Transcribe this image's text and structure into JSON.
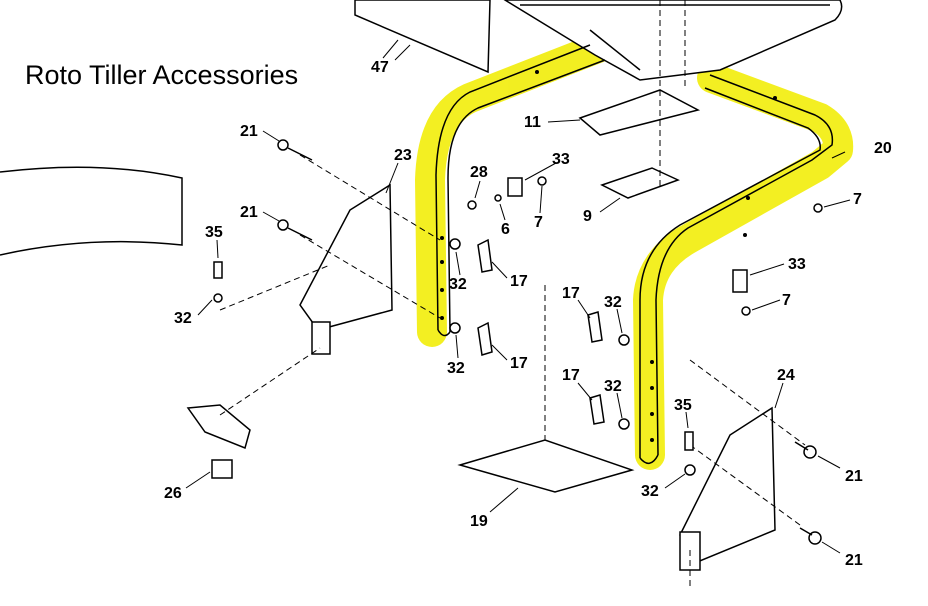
{
  "title": "Roto Tiller Accessories",
  "highlight_color": "#f2ee16",
  "labels": {
    "p47": "47",
    "p11": "11",
    "p28": "28",
    "p33a": "33",
    "p33b": "33",
    "p9": "9",
    "p6": "6",
    "p7a": "7",
    "p7b": "7",
    "p7c": "7",
    "p20": "20",
    "p21a": "21",
    "p21b": "21",
    "p21c": "21",
    "p21d": "21",
    "p23": "23",
    "p24": "24",
    "p35a": "35",
    "p35b": "35",
    "p32a": "32",
    "p32b": "32",
    "p32c": "32",
    "p32d": "32",
    "p32e": "32",
    "p32f": "32",
    "p17a": "17",
    "p17b": "17",
    "p17c": "17",
    "p17d": "17",
    "p19": "19",
    "p26": "26"
  }
}
